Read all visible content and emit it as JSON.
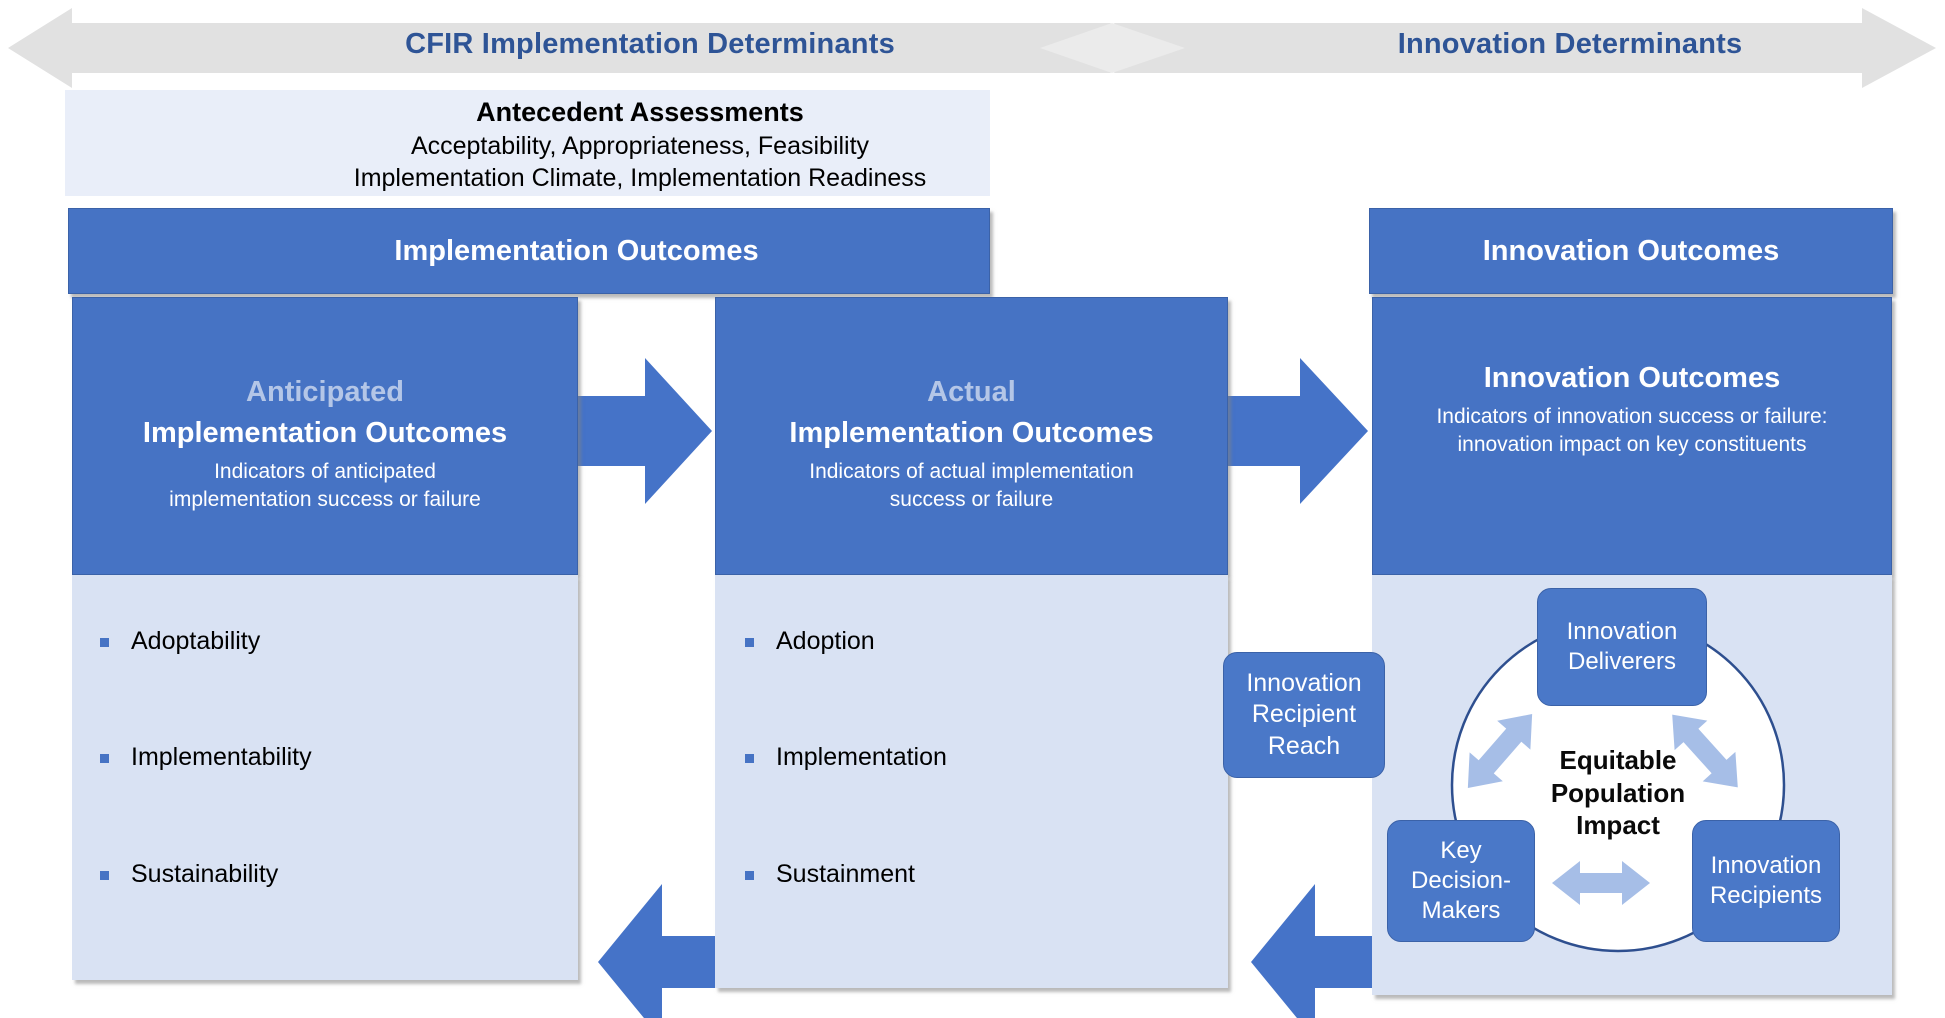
{
  "top_bands": {
    "left_label": "CFIR Implementation Determinants",
    "right_label": "Innovation Determinants"
  },
  "antecedent": {
    "title": "Antecedent Assessments",
    "line1": "Acceptability, Appropriateness, Feasibility",
    "line2": "Implementation Climate, Implementation Readiness"
  },
  "bars": {
    "implementation_outcomes": "Implementation Outcomes",
    "innovation_outcomes": "Innovation Outcomes"
  },
  "columns": {
    "anticipated": {
      "title_prefix": "Anticipated",
      "title": "Implementation Outcomes",
      "subtitle": "Indicators of anticipated implementation success or failure",
      "items": [
        "Adoptability",
        "Implementability",
        "Sustainability"
      ]
    },
    "actual": {
      "title_prefix": "Actual",
      "title": "Implementation Outcomes",
      "subtitle": "Indicators of actual implementation success or failure",
      "items": [
        "Adoption",
        "Implementation",
        "Sustainment"
      ]
    },
    "innovation": {
      "title": "Innovation Outcomes",
      "subtitle": "Indicators of innovation success or failure: innovation impact on key constituents"
    }
  },
  "innovation_cycle": {
    "side_label": "Innovation Recipient Reach",
    "nodes": {
      "deliverers": "Innovation Deliverers",
      "decision_makers": "Key Decision-Makers",
      "recipients": "Innovation Recipients"
    },
    "center_label": "Equitable Population Impact"
  },
  "colors": {
    "header_blue": "#4673c4",
    "body_light_blue": "#d9e2f3",
    "antecedent_bg": "#e9eef9",
    "navy_text": "#2e5496",
    "prefix_periwinkle": "#b4c6e7",
    "gray_band": "#e1e1e1",
    "circle_border": "#2e4f8f",
    "inner_arrow": "#a6bee7"
  }
}
